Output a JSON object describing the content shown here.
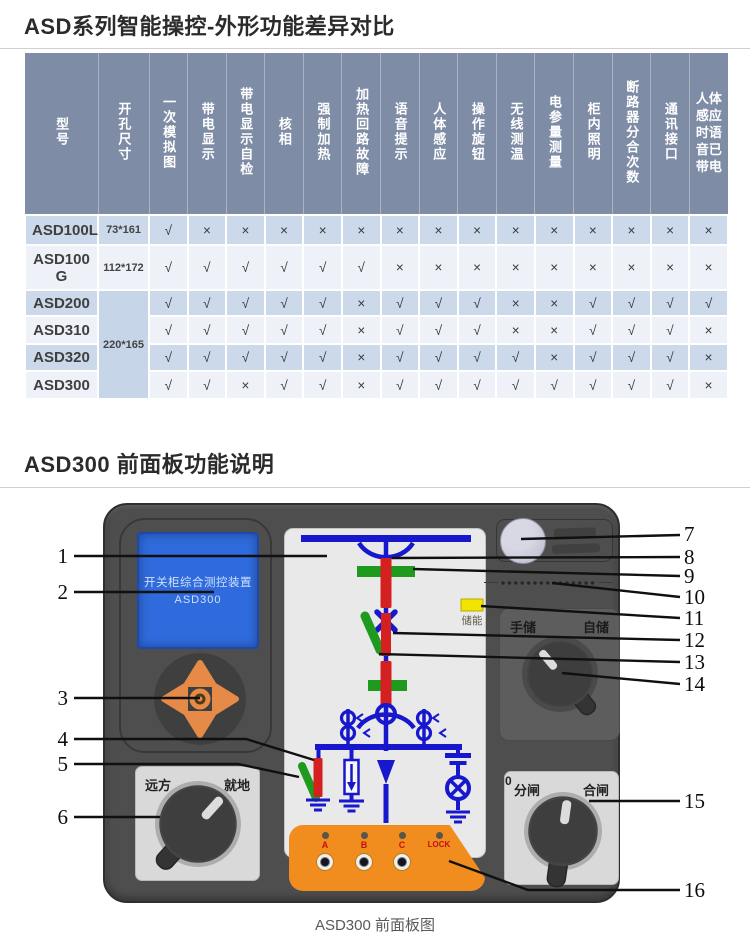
{
  "page": {
    "title1": "ASD系列智能操控-外形功能差异对比",
    "title2": "ASD300 前面板功能说明",
    "caption": "ASD300 前面板图"
  },
  "table": {
    "columns": [
      "型号",
      "开孔尺寸",
      "一次模拟图",
      "带电显示",
      "带电显示自检",
      "核相",
      "强制加热",
      "加热回路故障",
      "语音提示",
      "人体感应",
      "操作旋钮",
      "无线测温",
      "电参量测量",
      "柜内照明",
      "断路器分合次数",
      "通讯接口",
      "人体感应时语音已带电"
    ],
    "rows": [
      {
        "model": "ASD100L",
        "size": "73*161",
        "size_span": 1,
        "values": [
          "√",
          "×",
          "×",
          "×",
          "×",
          "×",
          "×",
          "×",
          "×",
          "×",
          "×",
          "×",
          "×",
          "×",
          "×"
        ]
      },
      {
        "model": "ASD100 G",
        "size": "112*172",
        "size_span": 1,
        "values": [
          "√",
          "√",
          "√",
          "√",
          "√",
          "√",
          "×",
          "×",
          "×",
          "×",
          "×",
          "×",
          "×",
          "×",
          "×"
        ]
      },
      {
        "model": "ASD200",
        "size": "220*165",
        "size_span": 4,
        "values": [
          "√",
          "√",
          "√",
          "√",
          "√",
          "×",
          "√",
          "√",
          "√",
          "×",
          "×",
          "√",
          "√",
          "√",
          "√"
        ]
      },
      {
        "model": "ASD310",
        "size": null,
        "values": [
          "√",
          "√",
          "√",
          "√",
          "√",
          "×",
          "√",
          "√",
          "√",
          "×",
          "×",
          "√",
          "√",
          "√",
          "×"
        ]
      },
      {
        "model": "ASD320",
        "size": null,
        "values": [
          "√",
          "√",
          "√",
          "√",
          "√",
          "×",
          "√",
          "√",
          "√",
          "√",
          "×",
          "√",
          "√",
          "√",
          "×"
        ]
      },
      {
        "model": "ASD300",
        "size": null,
        "values": [
          "√",
          "√",
          "×",
          "√",
          "√",
          "×",
          "√",
          "√",
          "√",
          "√",
          "√",
          "√",
          "√",
          "√",
          "×"
        ]
      }
    ]
  },
  "device": {
    "lcd_line1": "开关柜综合测控装置",
    "lcd_line2": "ASD300",
    "knob_remote": "远方",
    "knob_local": "就地",
    "label_manual_store": "手储",
    "label_auto_store": "自储",
    "label_open": "分闸",
    "label_zero": "0",
    "label_close": "合闸",
    "led_label": "储能",
    "indicators": [
      "A",
      "B",
      "C",
      "LOCK"
    ],
    "callouts": [
      "1",
      "2",
      "3",
      "4",
      "5",
      "6",
      "7",
      "8",
      "9",
      "10",
      "11",
      "12",
      "13",
      "14",
      "15",
      "16"
    ]
  },
  "colors": {
    "header_bg": "#7E8CA6",
    "row_blue": "#CBD9EB",
    "row_light": "#EEF2F8",
    "size_merged": "#C7D5E8",
    "device_body": "#4E4E4E",
    "lcd_blue": "#2F6BDC",
    "mimic_bg": "#E9E9EA",
    "circuit_blue": "#1717CE",
    "breaker_red": "#D42020",
    "breaker_green": "#1E9B1E",
    "led_yellow": "#F2E400",
    "orange_panel": "#F18D1F",
    "indicator_red": "#C11212",
    "dpad_orange": "#E58B47"
  }
}
